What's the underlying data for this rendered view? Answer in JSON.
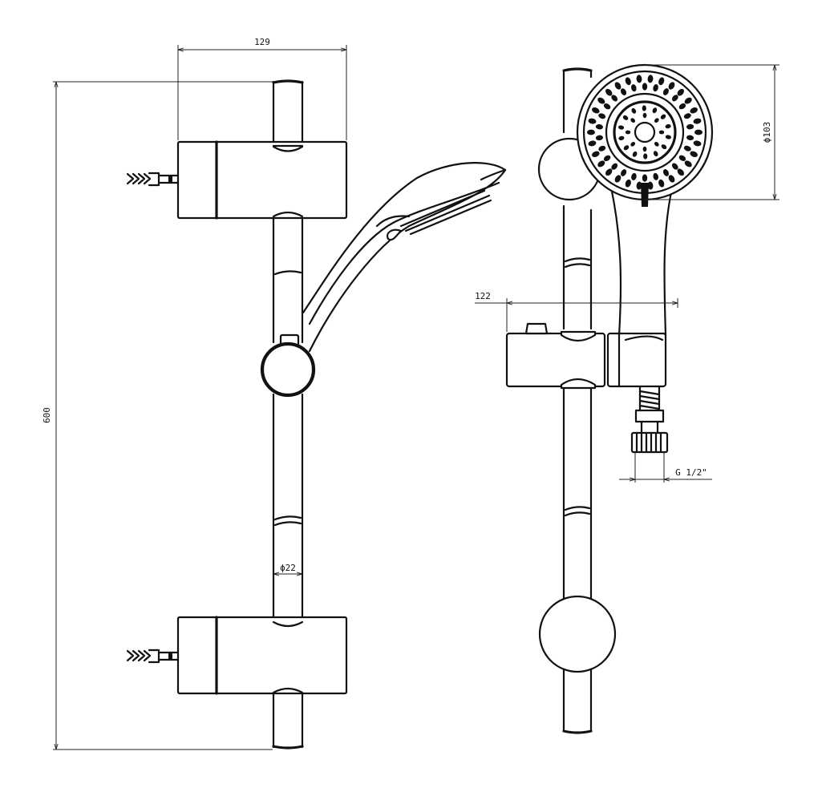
{
  "drawing": {
    "dimensions": {
      "overall_height": "600",
      "bracket_depth": "129",
      "rail_diameter": "ϕ22",
      "head_diameter": "ϕ103",
      "slider_depth": "122",
      "hose_thread": "G 1/2\""
    }
  }
}
